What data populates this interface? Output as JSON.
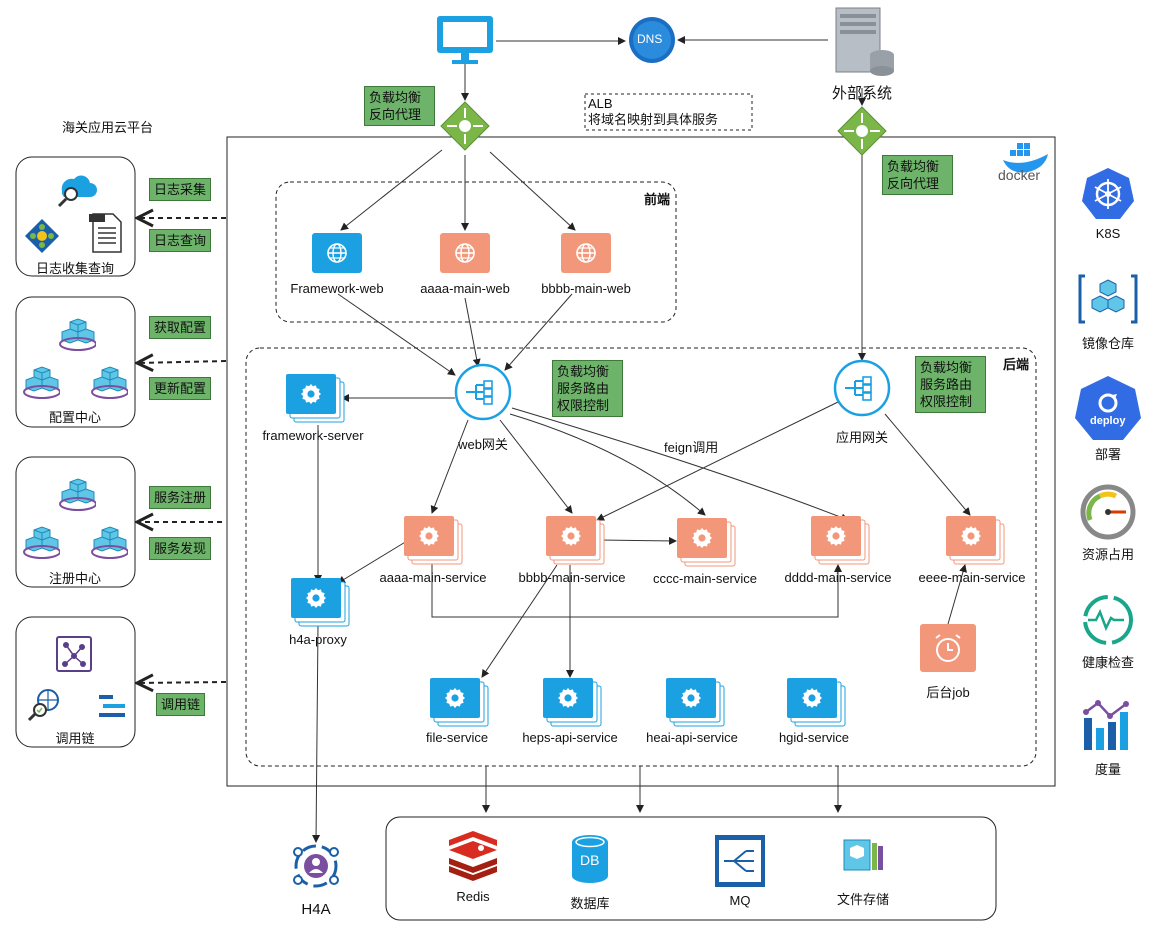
{
  "title": "海关应用云平台",
  "top": {
    "dns": "DNS",
    "external": "外部系统",
    "alb_line1": "ALB",
    "alb_line2": "将域名映射到具体服务",
    "lb_left": [
      "负载均衡",
      "反向代理"
    ],
    "lb_right": [
      "负载均衡",
      "反向代理"
    ]
  },
  "frontend": {
    "title": "前端",
    "nodes": [
      "Framework-web",
      "aaaa-main-web",
      "bbbb-main-web"
    ]
  },
  "backend": {
    "title": "后端",
    "web_gateway": "web网关",
    "app_gateway": "应用网关",
    "gateway_notes_left": [
      "负载均衡",
      "服务路由",
      "权限控制"
    ],
    "gateway_notes_right": [
      "负载均衡",
      "服务路由",
      "权限控制"
    ],
    "feign": "feign调用",
    "framework_server": "framework-server",
    "h4a_proxy": "h4a-proxy",
    "services": [
      "aaaa-main-service",
      "bbbb-main-service",
      "cccc-main-service",
      "dddd-main-service",
      "eeee-main-service"
    ],
    "lower_services": [
      "file-service",
      "heps-api-service",
      "heai-api-service",
      "hgid-service"
    ],
    "job": "后台job"
  },
  "left": {
    "log": {
      "name": "日志收集查询",
      "actions": [
        "日志采集",
        "日志查询"
      ]
    },
    "config": {
      "name": "配置中心",
      "actions": [
        "获取配置",
        "更新配置"
      ]
    },
    "registry": {
      "name": "注册中心",
      "actions": [
        "服务注册",
        "服务发现"
      ]
    },
    "trace": {
      "name": "调用链",
      "actions": [
        "调用链"
      ]
    }
  },
  "right": {
    "docker": "docker",
    "items": [
      "K8S",
      "镜像仓库",
      "部署",
      "资源占用",
      "健康检查",
      "度量"
    ],
    "deploy_badge": "deploy"
  },
  "bottom": {
    "h4a": "H4A",
    "items": [
      "Redis",
      "数据库",
      "MQ",
      "文件存储"
    ],
    "db_icon_text": "DB"
  },
  "colors": {
    "blue": "#1ba1e2",
    "salmon": "#f2977a",
    "green": "#6db36a",
    "lb_green": "#6aa83a",
    "k8s": "#326ce5"
  }
}
